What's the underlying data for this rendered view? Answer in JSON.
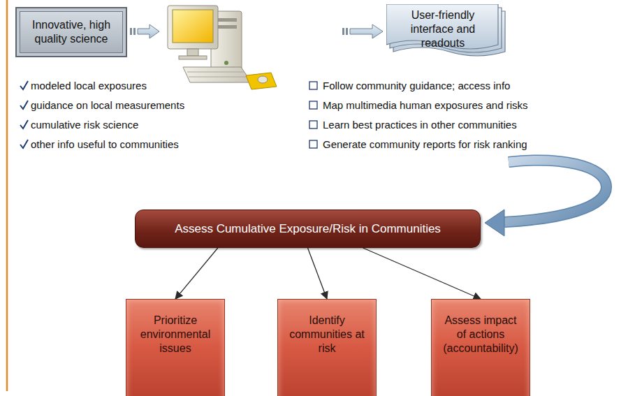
{
  "diagram": {
    "nodes": [
      {
        "text": [
          "Innovative, high quality science"
        ]
      },
      {
        "text": [
          "User-friendly interface and readouts"
        ]
      },
      {
        "text": [
          "Assess Cumulative Exposure/Risk in Communities"
        ]
      },
      {
        "text": [
          "Prioritize environmental issues"
        ]
      },
      {
        "text": [
          "Identify communities at risk"
        ]
      },
      {
        "text": [
          "Assess impact of actions (accountability)"
        ]
      }
    ],
    "edges": [
      {
        "from": 2,
        "to": 3,
        "arrow": "to"
      },
      {
        "from": 2,
        "to": 4,
        "arrow": "to"
      },
      {
        "from": 2,
        "to": 5,
        "arrow": "to"
      }
    ],
    "labels": [
      "modeled local exposures",
      "guidance on local measurements",
      "cumulative risk science",
      "other info useful to communities",
      "Follow community guidance; access info",
      "Map multimedia human exposures and risks",
      "Learn best practices in other communities",
      "Generate community reports for risk ranking"
    ]
  }
}
